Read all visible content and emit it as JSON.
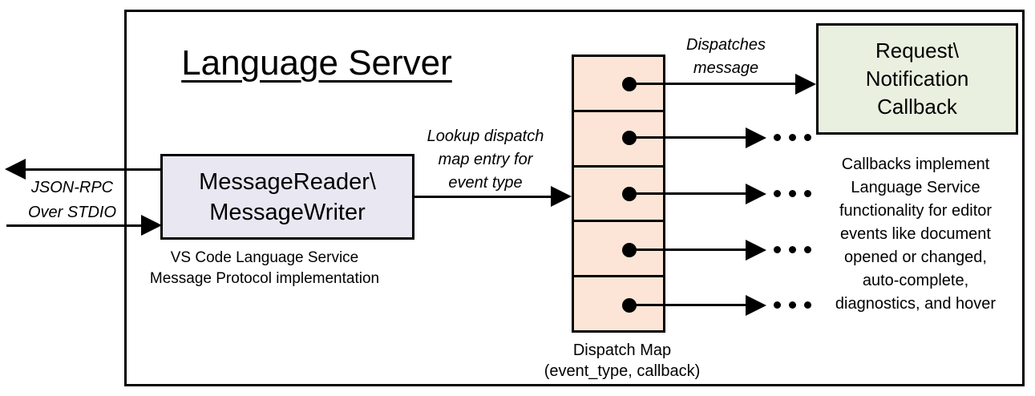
{
  "colors": {
    "border": "#000000",
    "reader_fill": "#e9e7f1",
    "dispatch_fill": "#fce5d6",
    "callback_fill": "#e9f0e0",
    "background": "#ffffff"
  },
  "diagram": {
    "title": "Language Server",
    "io": {
      "line1": "JSON-RPC",
      "line2": "Over STDIO"
    },
    "reader": {
      "line1": "MessageReader\\",
      "line2": "MessageWriter",
      "caption1": "VS Code Language Service",
      "caption2": "Message Protocol implementation"
    },
    "lookup": {
      "line1": "Lookup dispatch",
      "line2": "map entry for",
      "line3": "event type"
    },
    "dispatches": {
      "line1": "Dispatches",
      "line2": "message"
    },
    "dispatch_map": {
      "cell_count": 5,
      "caption1": "Dispatch Map",
      "caption2": "(event_type, callback)",
      "ellipsis": "..."
    },
    "callback": {
      "line1": "Request\\",
      "line2": "Notification",
      "line3": "Callback",
      "caption_lines": [
        "Callbacks implement",
        "Language Service",
        "functionality for editor",
        "events like document",
        "opened or changed,",
        "auto-complete,",
        "diagnostics, and hover"
      ]
    }
  }
}
